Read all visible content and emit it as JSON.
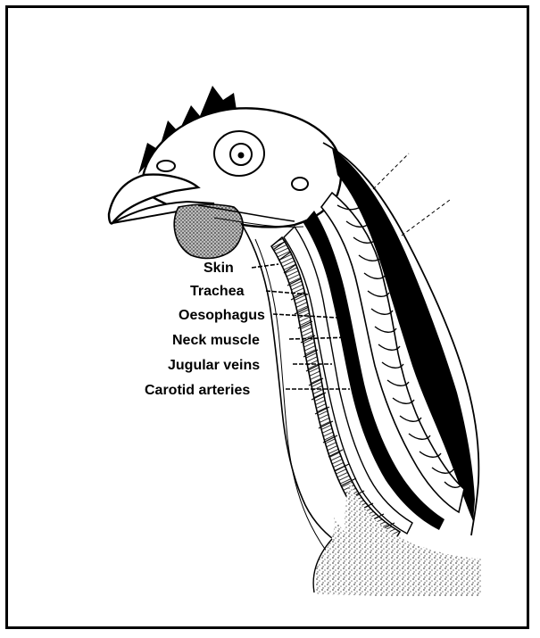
{
  "diagram": {
    "labels": [
      {
        "key": "skin",
        "text": "Skin"
      },
      {
        "key": "trachea",
        "text": "Trachea"
      },
      {
        "key": "oesophagus",
        "text": "Oesophagus"
      },
      {
        "key": "neck_muscle",
        "text": "Neck muscle"
      },
      {
        "key": "jugular_veins",
        "text": "Jugular veins"
      },
      {
        "key": "carotid_arteries",
        "text": "Carotid arteries"
      }
    ]
  },
  "colors": {
    "ink": "#000000",
    "paper": "#ffffff",
    "shade": "#9a9a9a"
  }
}
